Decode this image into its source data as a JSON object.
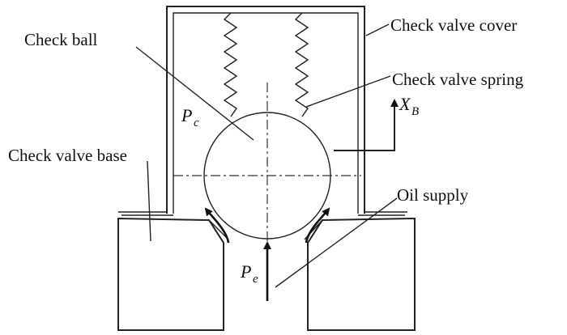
{
  "labels": {
    "check_ball": "Check ball",
    "check_valve_cover": "Check valve cover",
    "check_valve_spring": "Check valve spring",
    "check_valve_base": "Check valve base",
    "oil_supply": "Oil supply",
    "pc_main": "P",
    "pc_sub": "c",
    "pe_main": "P",
    "pe_sub": "e",
    "xb_main": "X",
    "xb_sub": "B"
  }
}
